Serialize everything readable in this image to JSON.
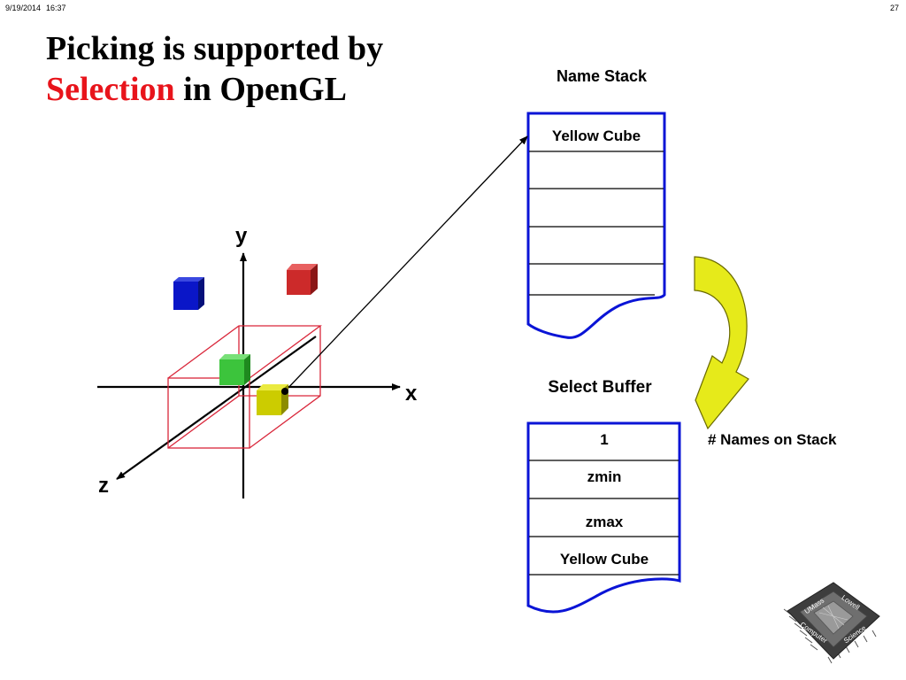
{
  "header": {
    "date": "9/19/2014",
    "time": "16:37",
    "page": "27"
  },
  "title": {
    "line1": "Picking is supported by",
    "highlight": "Selection",
    "rest": " in OpenGL"
  },
  "name_stack": {
    "label": "Name Stack",
    "cells": [
      "Yellow Cube"
    ]
  },
  "select_buffer": {
    "label": "Select Buffer",
    "cells": [
      "1",
      "zmin",
      "zmax",
      "Yellow Cube"
    ]
  },
  "annotation": "# Names on Stack",
  "axes": {
    "x": "x",
    "y": "y",
    "z": "z"
  },
  "logo": {
    "words": [
      "UMass",
      "Lowell",
      "Computer",
      "Science"
    ]
  },
  "colors": {
    "title_highlight": "#e8141b",
    "stack_border": "#0a14d6",
    "view_box": "#d9263a",
    "arrow_fill": "#e6ea1a",
    "cube_blue": "#0a16c8",
    "cube_red": "#cc2a2a",
    "cube_green": "#3cc43c",
    "cube_yellow": "#cccc00"
  }
}
